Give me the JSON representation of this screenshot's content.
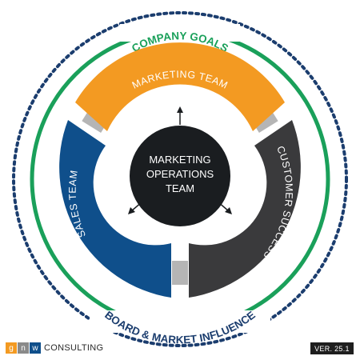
{
  "outer_ring": {
    "top_label": "COMPANY GOALS",
    "bottom_label": "BOARD & MARKET INFLUENCE"
  },
  "segments": {
    "marketing": "MARKETING TEAM",
    "sales": "SALES TEAM",
    "customer": "CUSTOMER SUCCESS"
  },
  "center": {
    "line1": "MARKETING",
    "line2": "OPERATIONS",
    "line3": "TEAM"
  },
  "brand": {
    "letters": [
      "g",
      "n",
      "w"
    ],
    "word": "CONSULTING"
  },
  "version": "VER. 25.1",
  "colors": {
    "green": "#1aa05a",
    "navy": "#1b3d6e",
    "orange": "#f39a22",
    "blue": "#0f4f8b",
    "charcoal": "#3a3a3c",
    "connector": "#b5b5b5",
    "center": "#1a1d20",
    "brand_g": "#f39a22",
    "brand_n": "#8a8a8a",
    "brand_w": "#0f4f8b"
  }
}
